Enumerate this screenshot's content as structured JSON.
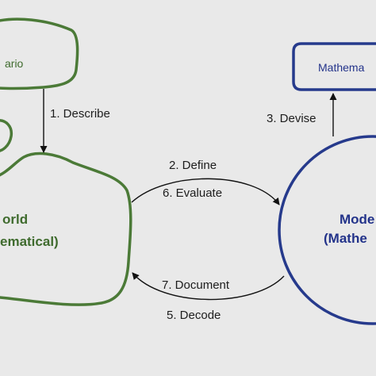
{
  "colors": {
    "background": "#e9e9e9",
    "green_outline": "#4b7a37",
    "green_text": "#3f6b2e",
    "blue_outline": "#263a8c",
    "blue_text": "#23338a",
    "arrow": "#111111"
  },
  "scenario_shape": {
    "label": "ario"
  },
  "world_shape": {
    "line1": "orld",
    "line2": "ematical)"
  },
  "model_circle": {
    "line1": "Mode",
    "line2": "(Mathe"
  },
  "math_box": {
    "label": "Mathema"
  },
  "steps": {
    "describe": "1. Describe",
    "define": "2. Define",
    "devise": "3. Devise",
    "decode": "5. Decode",
    "evaluate": "6. Evaluate",
    "document": "7. Document"
  }
}
